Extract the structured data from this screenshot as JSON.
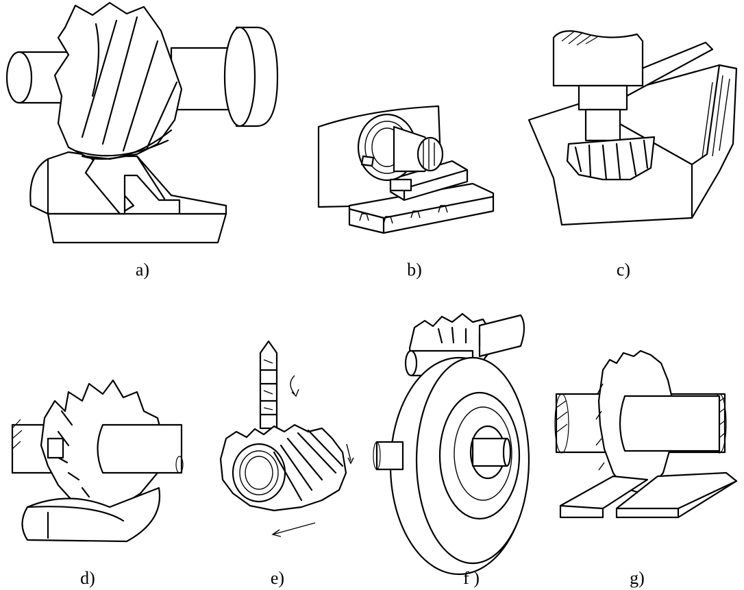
{
  "figure": {
    "panels": [
      {
        "id": "a",
        "caption": "a)"
      },
      {
        "id": "b",
        "caption": "b)"
      },
      {
        "id": "c",
        "caption": "c)"
      },
      {
        "id": "d",
        "caption": "d)"
      },
      {
        "id": "e",
        "caption": "e)"
      },
      {
        "id": "f",
        "caption": "f )"
      },
      {
        "id": "g",
        "caption": "g)"
      }
    ]
  }
}
